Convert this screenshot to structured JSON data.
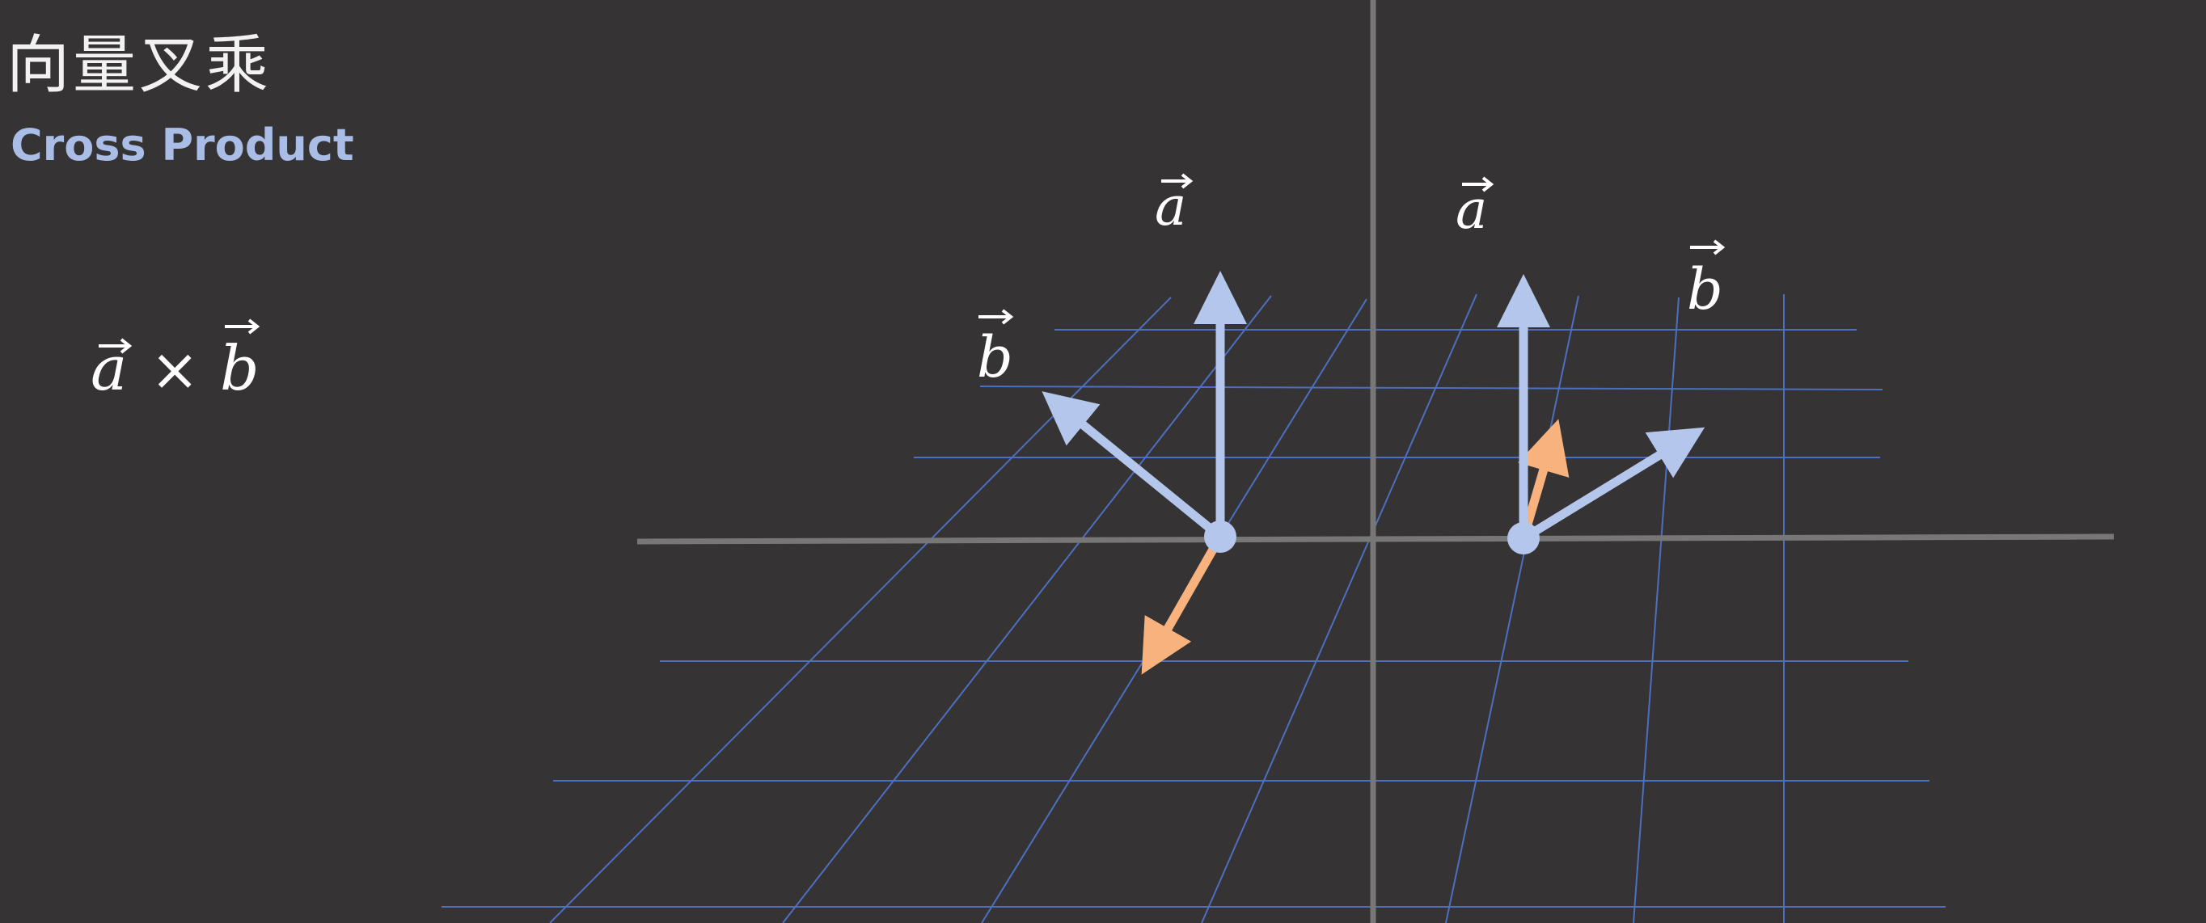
{
  "title_cn": "向量叉乘",
  "title_en": "Cross Product",
  "formula": {
    "a": "a",
    "times": "×",
    "b": "b"
  },
  "labels": {
    "left_a": "a",
    "left_b": "b",
    "right_a": "a",
    "right_b": "b"
  },
  "colors": {
    "background": "#353333",
    "vector": "#b4c6ec",
    "cross_result": "#f7b27d",
    "grid": "#4d6fc0",
    "axis": "#777777",
    "subtitle": "#a9bde6"
  }
}
